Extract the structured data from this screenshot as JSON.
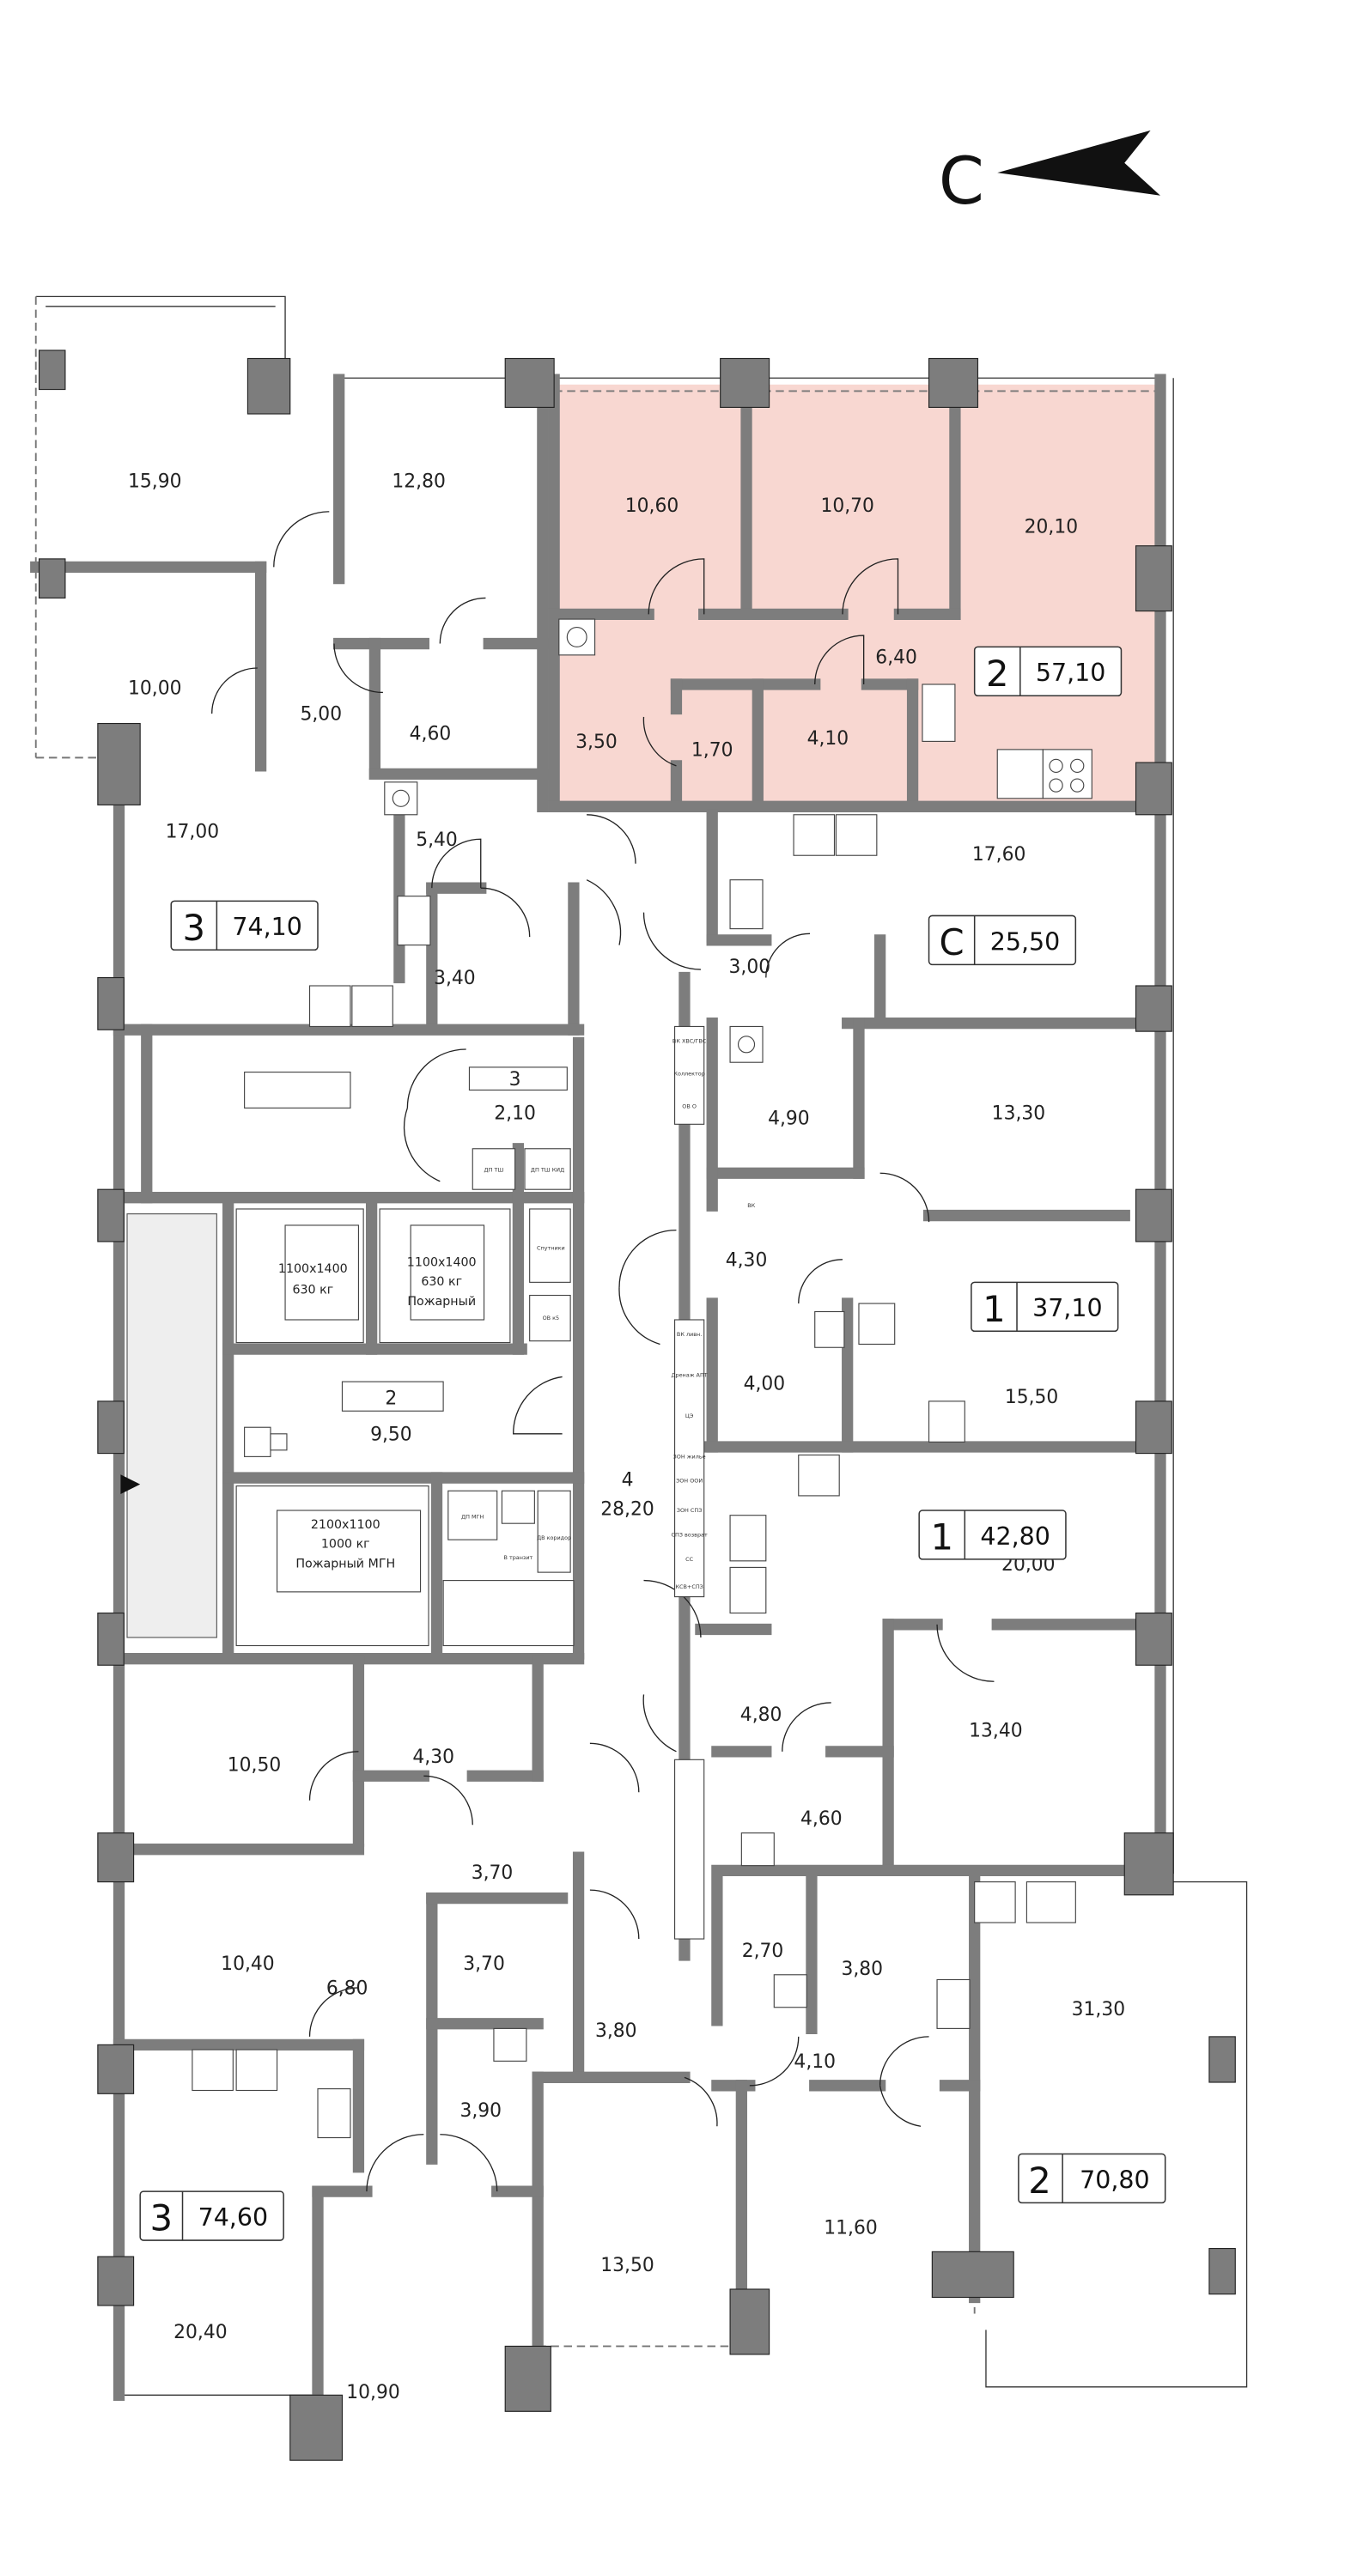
{
  "compass": {
    "label": "С"
  },
  "colors": {
    "highlight": "#f8d7d1",
    "wall": "#7d7d7d",
    "ink": "#222222"
  },
  "units": [
    {
      "rooms_count": "3",
      "area": "74,10",
      "rooms": [
        "15,90",
        "12,80",
        "10,00",
        "5,00",
        "4,60",
        "17,00",
        "5,40",
        "3,40"
      ]
    },
    {
      "rooms_count": "2",
      "area": "57,10",
      "highlighted": true,
      "rooms": [
        "10,60",
        "10,70",
        "20,10",
        "6,40",
        "3,50",
        "1,70",
        "4,10"
      ]
    },
    {
      "rooms_count": "С",
      "area": "25,50",
      "rooms": [
        "17,60",
        "3,00"
      ]
    },
    {
      "rooms_count": "1",
      "area": "37,10",
      "rooms": [
        "4,90",
        "13,30",
        "4,30",
        "4,00",
        "15,50"
      ]
    },
    {
      "rooms_count": "1",
      "area": "42,80",
      "rooms": [
        "20,00",
        "4,80",
        "13,40",
        "4,60"
      ]
    },
    {
      "rooms_count": "3",
      "area": "74,60",
      "rooms": [
        "10,50",
        "4,30",
        "3,70",
        "10,40",
        "6,80",
        "3,70",
        "3,90",
        "20,40",
        "10,90"
      ]
    },
    {
      "rooms_count": "2",
      "area": "70,80",
      "rooms": [
        "31,30",
        "2,70",
        "3,80",
        "4,10",
        "3,80",
        "11,60",
        "13,50"
      ]
    }
  ],
  "common": [
    {
      "number": "3",
      "area": "2,10"
    },
    {
      "number": "2",
      "area": "9,50"
    },
    {
      "number": "4",
      "area": "28,20"
    }
  ],
  "elevators": [
    {
      "size": "1100х1400",
      "load": "630 кг"
    },
    {
      "size": "1100х1400",
      "load": "630 кг",
      "type": "Пожарный"
    },
    {
      "size": "2100х1100",
      "load": "1000 кг",
      "type": "Пожарный МГН"
    }
  ],
  "equipment": [
    "ДП ТШ",
    "ДП ТШ КИД",
    "Спутники",
    "ОВ к5",
    "ДП МГН",
    "В транзит",
    "ДВ коридор",
    "ВК ХВС/ГВС",
    "Коллектор",
    "ОВ О",
    "ВК",
    "ВК ливн.",
    "Дренаж АПТ",
    "ЦЭ",
    "ЗОН жилье",
    "ЗОН ООИ",
    "ЗОН СПЗ",
    "СПЗ возврат",
    "СС",
    "КСВ+СПЗ"
  ]
}
